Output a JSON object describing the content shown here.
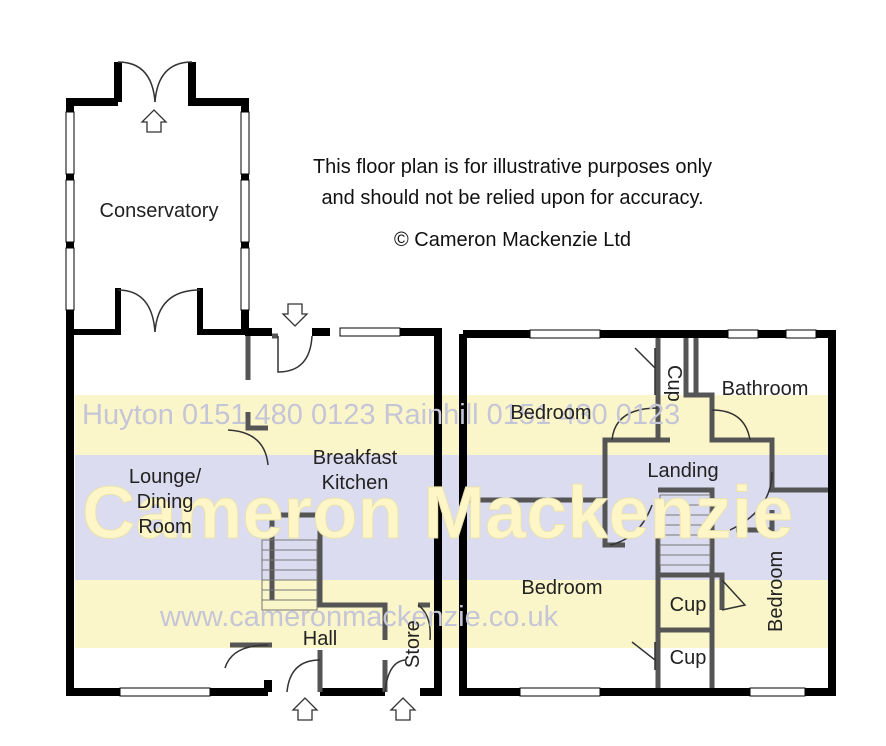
{
  "disclaimer": {
    "line1": "This floor plan is for illustrative purposes only",
    "line2": "and should not be relied upon for accuracy.",
    "copyright": "© Cameron Mackenzie Ltd"
  },
  "watermark": {
    "offices": "Huyton 0151 480 0123  Rainhill 0151 430 0123",
    "brand": "Cameron Mackenzie",
    "website": "www.cameronmackenzie.co.uk"
  },
  "ground_floor": {
    "conservatory": "Conservatory",
    "lounge_line1": "Lounge/",
    "lounge_line2": "Dining",
    "lounge_line3": "Room",
    "kitchen_line1": "Breakfast",
    "kitchen_line2": "Kitchen",
    "hall": "Hall",
    "store": "Store"
  },
  "first_floor": {
    "bedroom_top": "Bedroom",
    "cup_top": "Cup",
    "bathroom": "Bathroom",
    "landing": "Landing",
    "bedroom_main": "Bedroom",
    "cup_mid": "Cup",
    "cup_bottom": "Cup",
    "bedroom_side": "Bedroom"
  },
  "colors": {
    "wall": "#000000",
    "inner_wall": "#555555",
    "band_yellow": "#fbf6c9",
    "band_lavender": "#dcdcf0",
    "door": "#333333"
  }
}
